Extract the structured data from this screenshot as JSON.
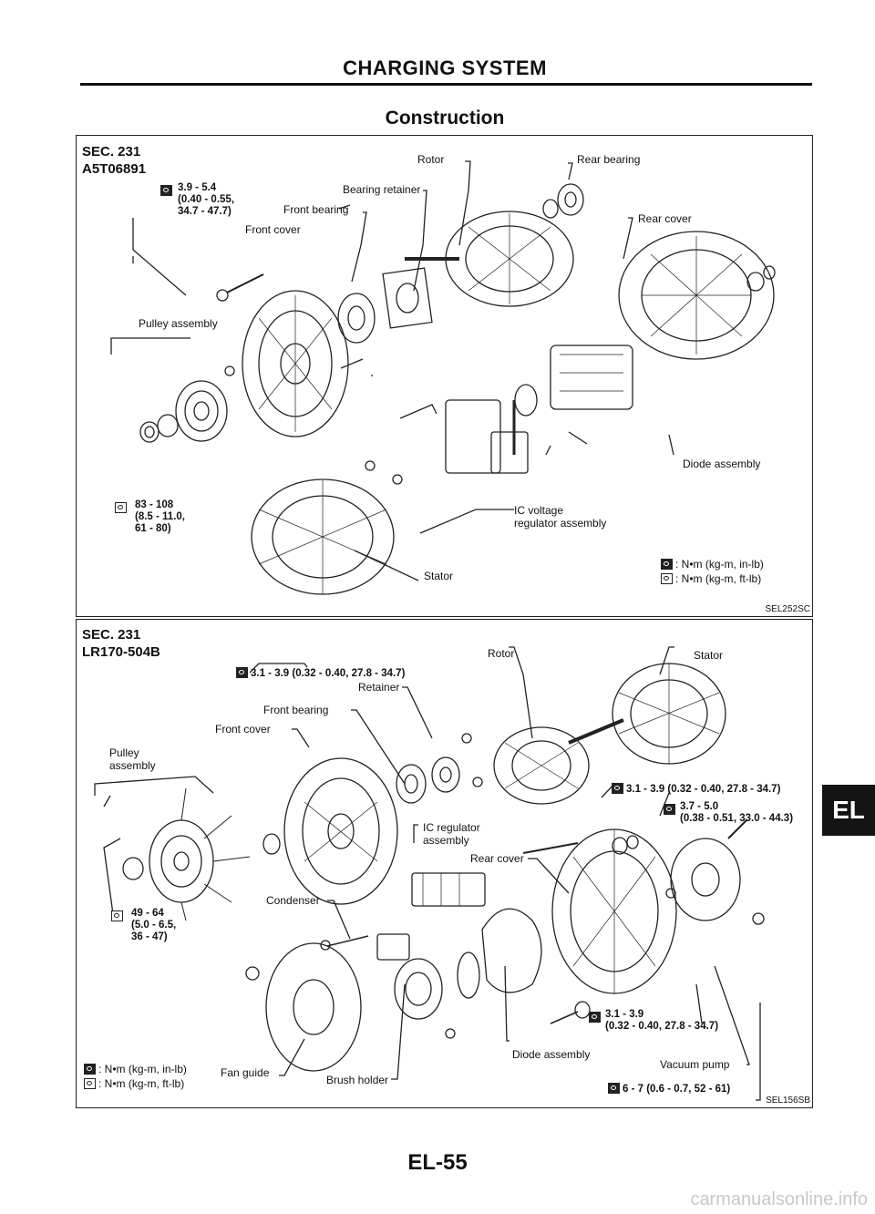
{
  "header": {
    "title": "CHARGING SYSTEM",
    "subtitle": "Construction"
  },
  "top_panel": {
    "sec": "SEC. 231",
    "model": "A5T06891",
    "labels": {
      "rotor": "Rotor",
      "rear_bearing": "Rear bearing",
      "bearing_retainer": "Bearing retainer",
      "front_bearing": "Front bearing",
      "front_cover": "Front cover",
      "rear_cover": "Rear cover",
      "pulley_assembly": "Pulley assembly",
      "diode_assembly": "Diode assembly",
      "ic_voltage": "IC voltage",
      "regulator_assembly": "regulator assembly",
      "stator": "Stator"
    },
    "torque_bolt": "3.9 - 5.4\n(0.40 - 0.55,\n34.7 - 47.7)",
    "torque_nut": "83 - 108\n(8.5 - 11.0,\n61 - 80)",
    "legend_inlb": ": N•m (kg-m, in-lb)",
    "legend_ftlb": ": N•m (kg-m, ft-lb)",
    "ref": "SEL252SC"
  },
  "bottom_panel": {
    "sec": "SEC. 231",
    "model": "LR170-504B",
    "labels": {
      "rotor": "Rotor",
      "stator": "Stator",
      "retainer": "Retainer",
      "front_bearing": "Front bearing",
      "front_cover": "Front cover",
      "pulley": "Pulley",
      "assembly": "assembly",
      "ic_regulator": "IC regulator",
      "ic_assembly": "assembly",
      "rear_cover": "Rear cover",
      "condenser": "Condenser",
      "diode_assembly": "Diode assembly",
      "fan_guide": "Fan guide",
      "brush_holder": "Brush holder",
      "vacuum_pump": "Vacuum pump"
    },
    "torque_top": "3.1 - 3.9 (0.32 - 0.40, 27.8 - 34.7)",
    "torque_mid": "3.1 - 3.9 (0.32 - 0.40, 27.8 - 34.7)",
    "torque_vac": "3.7 - 5.0\n(0.38 - 0.51, 33.0 - 44.3)",
    "torque_pulley": "49 - 64\n(5.0 - 6.5,\n36 - 47)",
    "torque_lower": "3.1 - 3.9\n(0.32 - 0.40, 27.8 - 34.7)",
    "torque_pump": "6 - 7 (0.6 - 0.7, 52 - 61)",
    "legend_inlb": ": N•m (kg-m, in-lb)",
    "legend_ftlb": ": N•m (kg-m, ft-lb)",
    "ref": "SEL156SB"
  },
  "side_tab": "EL",
  "footer": {
    "page": "EL-55"
  },
  "watermark": "carmanualsonline.info"
}
